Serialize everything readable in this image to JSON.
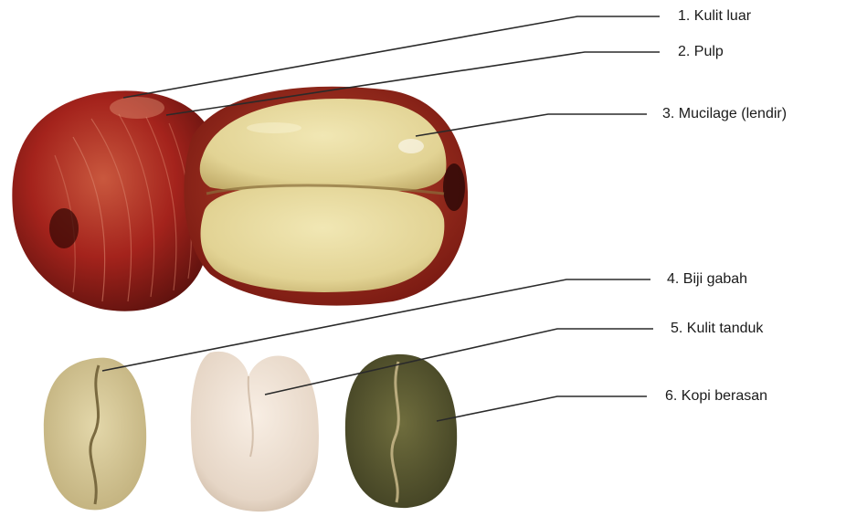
{
  "diagram": {
    "labels": [
      "1. Kulit luar",
      "2. Pulp",
      "3. Mucilage (lendir)",
      "4. Biji gabah",
      "5. Kulit tanduk",
      "6. Kopi berasan"
    ],
    "colors": {
      "skin_red": "#a4231c",
      "pulp_cream": "#e8dca0",
      "parchment_bean": "#d8c89a",
      "silver_skin_bean": "#ece0d4",
      "green_bean": "#5a5a34",
      "leader_line": "#2a2a2a"
    }
  }
}
